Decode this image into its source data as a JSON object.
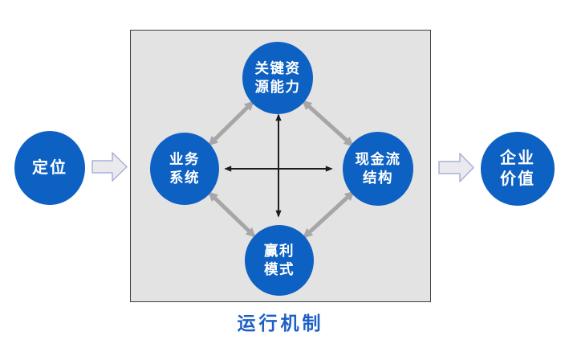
{
  "colors": {
    "page_bg": "#ffffff",
    "node_fill": "#0d61c2",
    "node_text": "#ffffff",
    "box_fill": "#e3e3e3",
    "box_border": "#3d3d3d",
    "title_color": "#1e5fc6",
    "gray_arrow": "#a6a6a6",
    "black_arrow": "#1c1c1c",
    "block_arrow_fill": "#e9e9ee",
    "block_arrow_stroke": "#a9b0d9"
  },
  "diagram": {
    "title": "运行机制",
    "nodes": {
      "positioning": {
        "label": "定位",
        "text": "定位"
      },
      "key_resources": {
        "label": "关键资源能力",
        "text": "关键资\n源能力"
      },
      "business_system": {
        "label": "业务系统",
        "text": "业务\n系统"
      },
      "cash_flow": {
        "label": "现金流结构",
        "text": "现金流\n结构"
      },
      "profit_model": {
        "label": "赢利模式",
        "text": "赢利\n模式"
      },
      "enterprise_value": {
        "label": "企业价值",
        "text": "企业\n价值"
      }
    }
  }
}
